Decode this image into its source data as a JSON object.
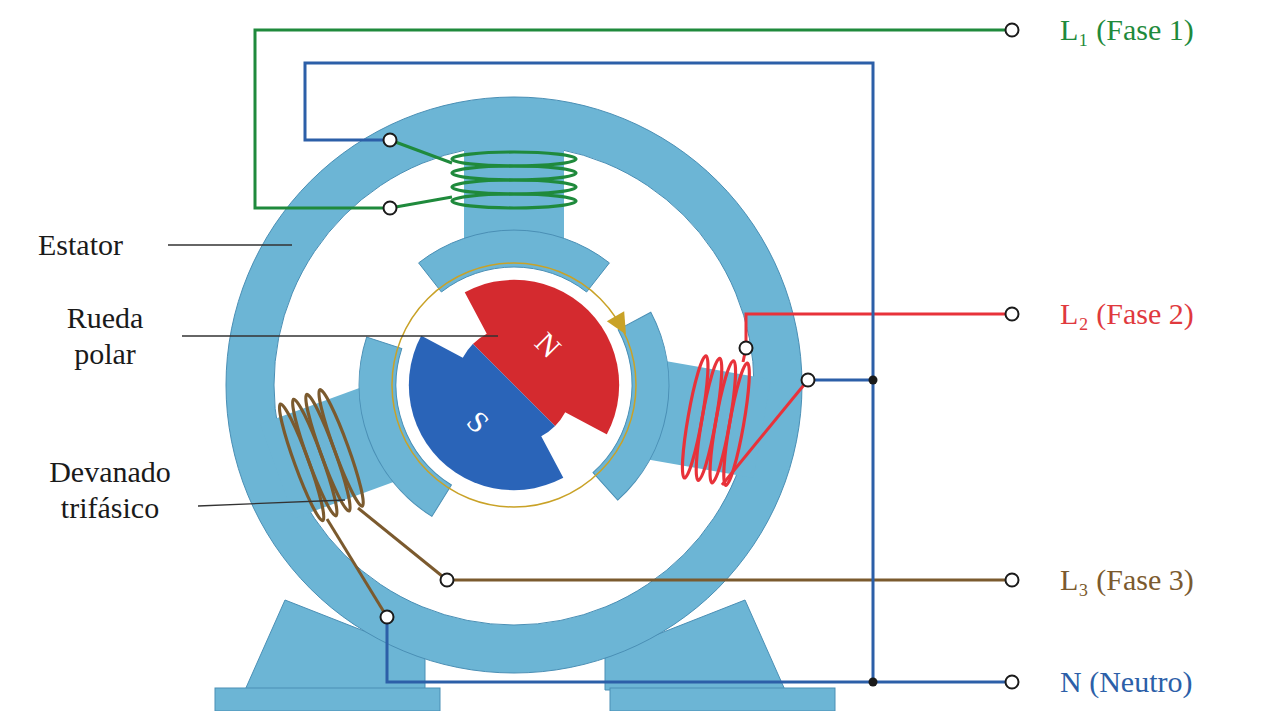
{
  "diagram": {
    "labels": [
      "Estator",
      "Rueda polar",
      "Devanado trifásico",
      "N",
      "S",
      "L₁ (Fase 1)",
      "L₂ (Fase 2)",
      "L₃ (Fase 3)",
      "N (Neutro)"
    ]
  }
}
